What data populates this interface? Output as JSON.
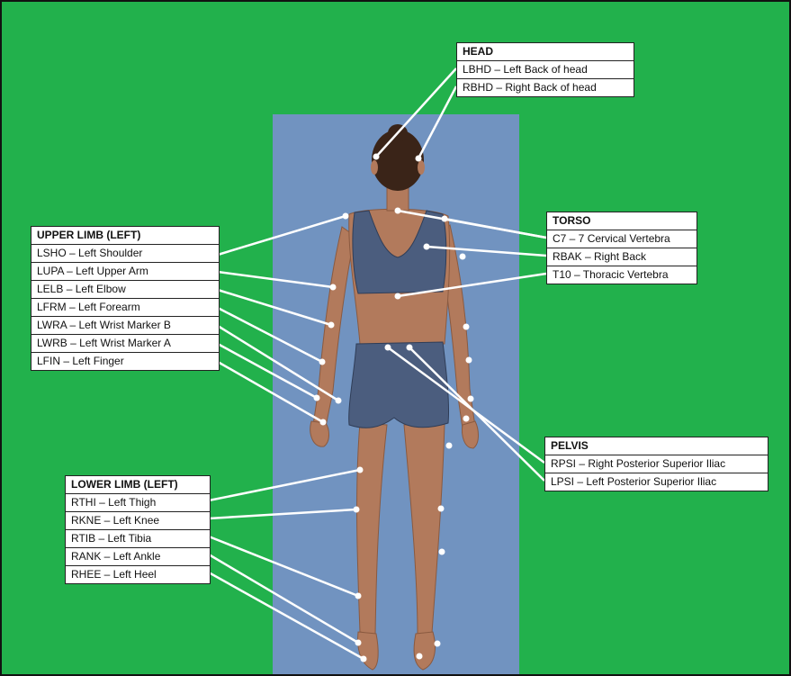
{
  "groups": {
    "head": {
      "title": "HEAD",
      "items": [
        "LBHD – Left Back of head",
        "RBHD – Right Back of head"
      ]
    },
    "torso": {
      "title": "TORSO",
      "items": [
        "C7 – 7 Cervical Vertebra",
        "RBAK – Right Back",
        "T10 – Thoracic Vertebra"
      ]
    },
    "upper_limb": {
      "title": "UPPER LIMB (LEFT)",
      "items": [
        "LSHO – Left Shoulder",
        "LUPA – Left Upper Arm",
        "LELB –  Left Elbow",
        "LFRM – Left Forearm",
        "LWRA – Left Wrist Marker B",
        "LWRB – Left Wrist Marker A",
        "LFIN – Left Finger"
      ]
    },
    "pelvis": {
      "title": "PELVIS",
      "items": [
        "RPSI – Right Posterior Superior Iliac",
        "LPSI – Left Posterior Superior Iliac"
      ]
    },
    "lower_limb": {
      "title": "LOWER LIMB (LEFT)",
      "items": [
        "RTHI – Left Thigh",
        "RKNE – Left Knee",
        "RTIB – Left Tibia",
        "RANK – Left Ankle",
        "RHEE – Left Heel"
      ]
    }
  },
  "colors": {
    "background": "#22b14c",
    "mat": "#7193c0",
    "skin": "#b27a5c",
    "clothing": "#4b5d7e",
    "hair": "#3a2418",
    "marker": "#ffffff"
  }
}
